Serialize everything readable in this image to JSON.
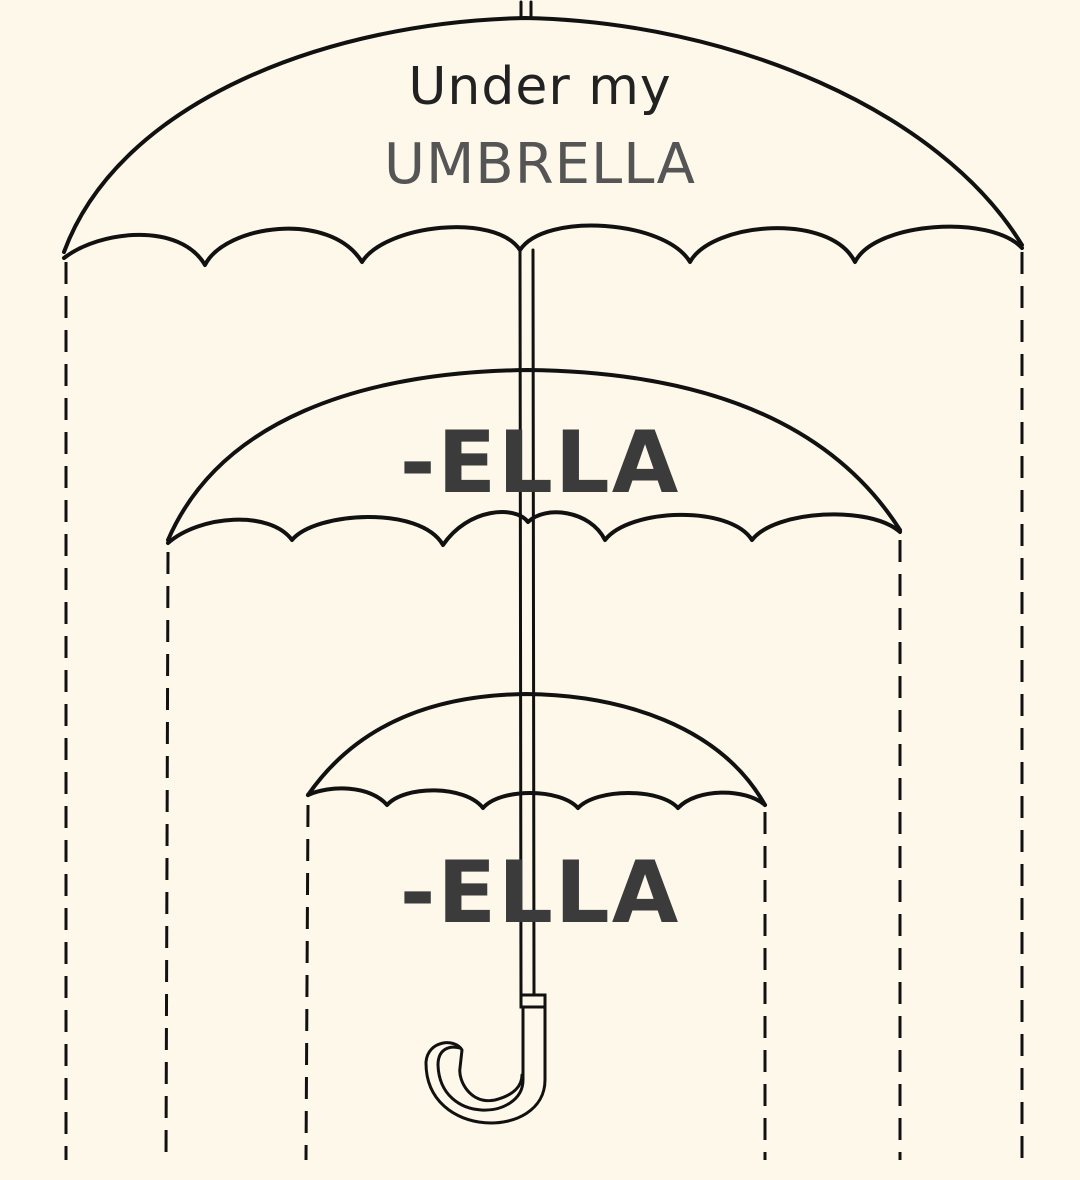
{
  "worksheet": {
    "title_line1": "Under my",
    "title_line2": "UMBRELLA",
    "middle_label": "-ELLA",
    "inner_label": "-ELLA"
  },
  "colors": {
    "background": "#fdf8e9",
    "ink": "#111111",
    "text_dark": "#222222",
    "text_gray": "#555555"
  }
}
